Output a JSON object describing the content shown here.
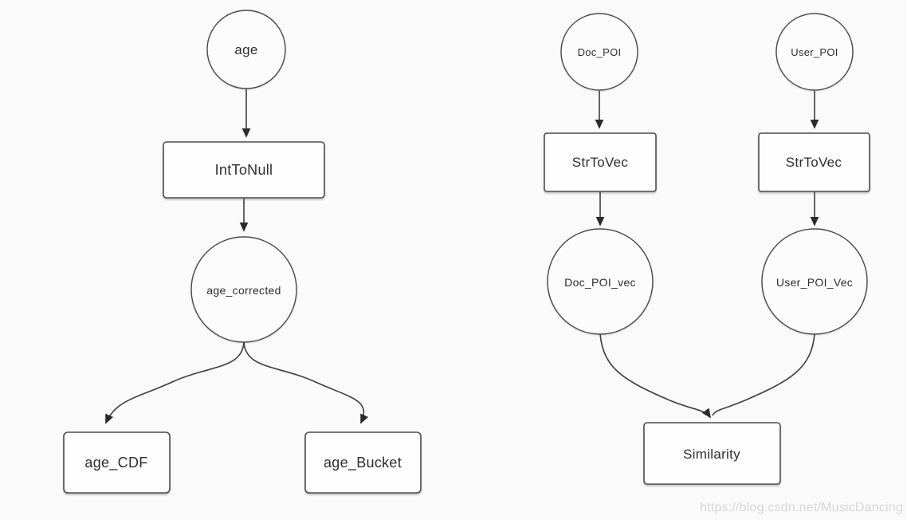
{
  "left_flow": {
    "source": "age",
    "operator": "IntToNull",
    "intermediate": "age_corrected",
    "outputs": [
      "age_CDF",
      "age_Bucket"
    ]
  },
  "right_flow": {
    "doc_source": "Doc_POI",
    "user_source": "User_POI",
    "doc_operator": "StrToVec",
    "user_operator": "StrToVec",
    "doc_vector": "Doc_POI_vec",
    "user_vector": "User_POI_Vec",
    "output": "Similarity"
  },
  "watermark": "https://blog.csdn.net/MusicDancing",
  "colors": {
    "background": "#fbfafa",
    "node_fill": "#fdfdfd",
    "node_stroke": "#4d4d4d",
    "edge_stroke": "#3d3d3d",
    "node_text": "#2e2e2e",
    "watermark_text": "#d8d6d6"
  }
}
